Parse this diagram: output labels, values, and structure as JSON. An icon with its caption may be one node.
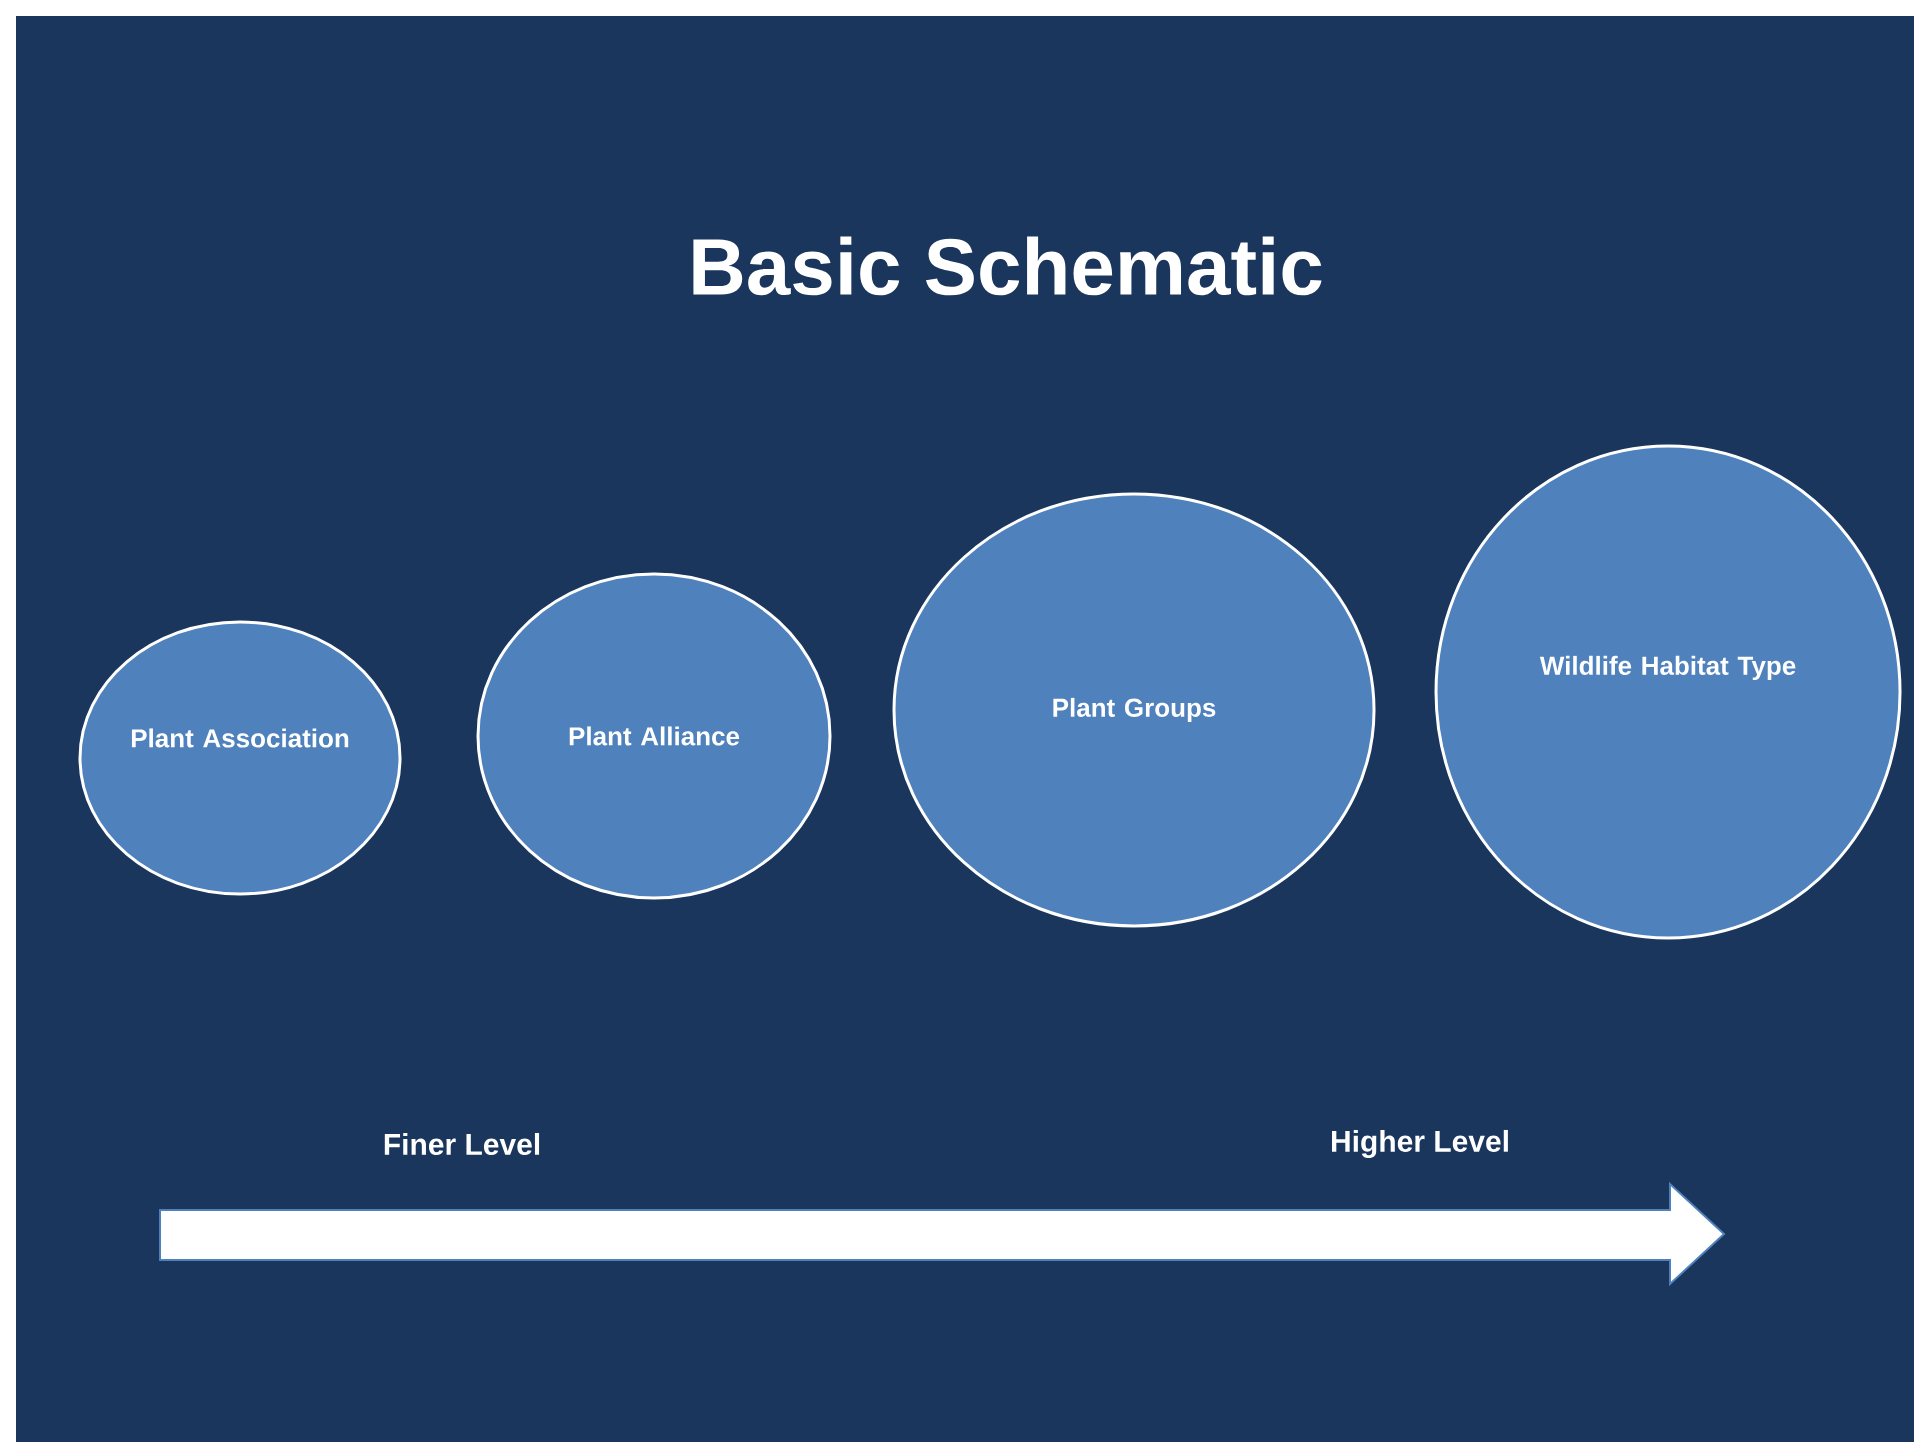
{
  "diagram": {
    "title": "Basic Schematic",
    "nodes": [
      {
        "text": [
          "Plant Association"
        ]
      },
      {
        "text": [
          "Plant Alliance"
        ]
      },
      {
        "text": [
          "Plant Groups"
        ]
      },
      {
        "text": [
          "Wildlife Habitat Type"
        ]
      }
    ],
    "labels": [
      "Finer Level",
      "Higher Level"
    ]
  }
}
